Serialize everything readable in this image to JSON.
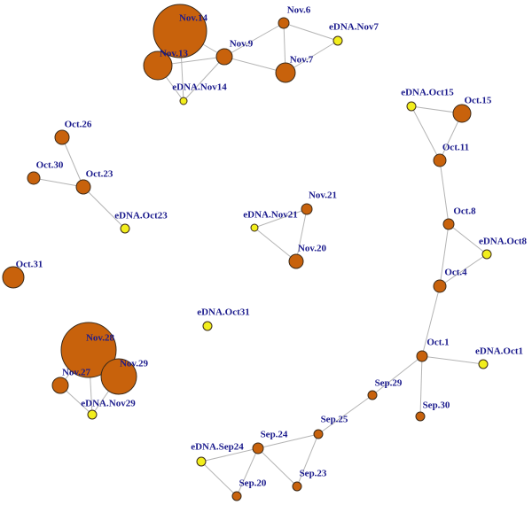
{
  "colors": {
    "sample_node": "#c8620c",
    "edna_node": "#f2ee1c",
    "label": "#1a1a8c",
    "edge": "#b4b4b4"
  },
  "nodes": [
    {
      "id": "Nov.14",
      "kind": "sample"
    },
    {
      "id": "Nov.13",
      "kind": "sample"
    },
    {
      "id": "eDNA.Nov14",
      "kind": "edna"
    },
    {
      "id": "Nov.9",
      "kind": "sample"
    },
    {
      "id": "Nov.6",
      "kind": "sample"
    },
    {
      "id": "Nov.7",
      "kind": "sample"
    },
    {
      "id": "eDNA.Nov7",
      "kind": "edna"
    },
    {
      "id": "Oct.26",
      "kind": "sample"
    },
    {
      "id": "Oct.30",
      "kind": "sample"
    },
    {
      "id": "Oct.23",
      "kind": "sample"
    },
    {
      "id": "eDNA.Oct23",
      "kind": "edna"
    },
    {
      "id": "Oct.31",
      "kind": "sample"
    },
    {
      "id": "Nov.21",
      "kind": "sample"
    },
    {
      "id": "eDNA.Nov21",
      "kind": "edna"
    },
    {
      "id": "Nov.20",
      "kind": "sample"
    },
    {
      "id": "eDNA.Oct31",
      "kind": "edna"
    },
    {
      "id": "Nov.28",
      "kind": "sample"
    },
    {
      "id": "Nov.29",
      "kind": "sample"
    },
    {
      "id": "Nov.27",
      "kind": "sample"
    },
    {
      "id": "eDNA.Nov29",
      "kind": "edna"
    },
    {
      "id": "eDNA.Oct15",
      "kind": "edna"
    },
    {
      "id": "Oct.15",
      "kind": "sample"
    },
    {
      "id": "Oct.11",
      "kind": "sample"
    },
    {
      "id": "Oct.8",
      "kind": "sample"
    },
    {
      "id": "eDNA.Oct8",
      "kind": "edna"
    },
    {
      "id": "Oct.4",
      "kind": "sample"
    },
    {
      "id": "Oct.1",
      "kind": "sample"
    },
    {
      "id": "eDNA.Oct1",
      "kind": "edna"
    },
    {
      "id": "Sep.29",
      "kind": "sample"
    },
    {
      "id": "Sep.30",
      "kind": "sample"
    },
    {
      "id": "Sep.25",
      "kind": "sample"
    },
    {
      "id": "Sep.24",
      "kind": "sample"
    },
    {
      "id": "eDNA.Sep24",
      "kind": "edna"
    },
    {
      "id": "Sep.23",
      "kind": "sample"
    },
    {
      "id": "Sep.20",
      "kind": "sample"
    }
  ],
  "edges": [
    [
      "Nov.14",
      "Nov.13"
    ],
    [
      "Nov.14",
      "eDNA.Nov14"
    ],
    [
      "Nov.14",
      "Nov.9"
    ],
    [
      "Nov.13",
      "eDNA.Nov14"
    ],
    [
      "Nov.13",
      "Nov.9"
    ],
    [
      "eDNA.Nov14",
      "Nov.9"
    ],
    [
      "Nov.9",
      "Nov.6"
    ],
    [
      "Nov.9",
      "Nov.7"
    ],
    [
      "Nov.6",
      "Nov.7"
    ],
    [
      "Nov.6",
      "eDNA.Nov7"
    ],
    [
      "Nov.7",
      "eDNA.Nov7"
    ],
    [
      "Oct.26",
      "Oct.23"
    ],
    [
      "Oct.30",
      "Oct.23"
    ],
    [
      "Oct.23",
      "eDNA.Oct23"
    ],
    [
      "eDNA.Nov21",
      "Nov.21"
    ],
    [
      "eDNA.Nov21",
      "Nov.20"
    ],
    [
      "Nov.21",
      "Nov.20"
    ],
    [
      "Nov.28",
      "Nov.27"
    ],
    [
      "Nov.28",
      "Nov.29"
    ],
    [
      "Nov.28",
      "eDNA.Nov29"
    ],
    [
      "Nov.27",
      "eDNA.Nov29"
    ],
    [
      "Nov.29",
      "eDNA.Nov29"
    ],
    [
      "eDNA.Oct15",
      "Oct.15"
    ],
    [
      "eDNA.Oct15",
      "Oct.11"
    ],
    [
      "Oct.15",
      "Oct.11"
    ],
    [
      "Oct.11",
      "Oct.8"
    ],
    [
      "Oct.8",
      "eDNA.Oct8"
    ],
    [
      "Oct.8",
      "Oct.4"
    ],
    [
      "Oct.4",
      "eDNA.Oct8"
    ],
    [
      "Oct.4",
      "Oct.1"
    ],
    [
      "Oct.1",
      "eDNA.Oct1"
    ],
    [
      "Oct.1",
      "Sep.29"
    ],
    [
      "Oct.1",
      "Sep.30"
    ],
    [
      "Sep.29",
      "Sep.25"
    ],
    [
      "Sep.25",
      "Sep.24"
    ],
    [
      "Sep.25",
      "Sep.23"
    ],
    [
      "Sep.24",
      "eDNA.Sep24"
    ],
    [
      "Sep.24",
      "Sep.20"
    ],
    [
      "Sep.24",
      "Sep.23"
    ],
    [
      "eDNA.Sep24",
      "Sep.20"
    ]
  ]
}
